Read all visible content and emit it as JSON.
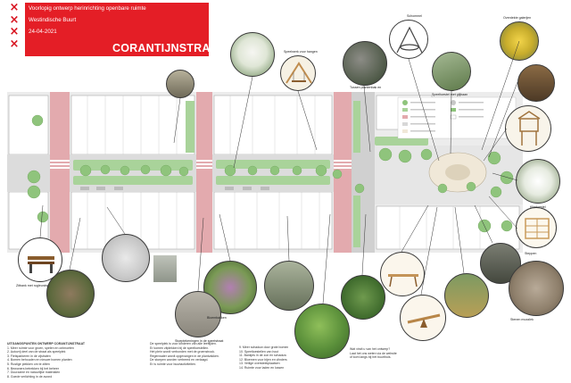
{
  "banner": {
    "line1": "Voorlopig ontwerp herinrichting openbare ruimte",
    "line2": "Westindische Buurt",
    "line3": "24-04-2021",
    "street": "CORANTIJNSTRAAT",
    "background": "#e41e26",
    "x_marks": [
      "×",
      "×",
      "×",
      "×"
    ]
  },
  "colors": {
    "brand_red": "#e41e26",
    "bike_lane": "#e3aaae",
    "sidewalk": "#d8d8d8",
    "green_strip": "#a9d39a",
    "tree": "#8fc47c",
    "building_outline": "#9a9a9a"
  },
  "captions": {
    "swing": "Schommel",
    "gallery": "Overdekte galerijen",
    "slide": "Klimtoestel",
    "play_ground": "Speeltoestel met glijbaan",
    "gym": "Steppen",
    "tree_single": "Tussen plantenbak en",
    "dino": "Speelwerk voor hangen",
    "bench_note": "Zitbank met rugleuning",
    "planter_note": "Bloembakken",
    "cobble": "Stenen mozaïek",
    "chalk": "Stoeptekeningen in de speelstraat"
  },
  "notes": {
    "heading": "UITGANGSPUNTEN ONTWERP CORANTIJNSTRAAT",
    "col1": [
      "1.  Meer ruimte voor groen, spelen en ontmoeten",
      "2.  Autovrij deel van de straat als speelplek",
      "3.  Fietsparkeren in de zijstraten",
      "4.  Bomen behouden en nieuwe bomen planten",
      "5.  Rustige plekken om te zitten",
      "6.  Bewoners betrekken bij het beheer",
      "7.  Duurzame en natuurlijke materialen",
      "8.  Goede verlichting in de avond"
    ],
    "col2": [
      "De speelplek is voor kinderen van alle leeftijden.",
      "Er komen zitplekken bij de speeltoestellen.",
      "Het plein wordt verbonden met de groenstrook.",
      "Regenwater wordt opgevangen in de plantvakken.",
      "De stoepen worden verbreed en verlaagd.",
      "Er is ruimte voor buurtactiviteiten."
    ],
    "col3": [
      "9.   Meer schaduw door grote bomen",
      "10.  Speeltoestellen van hout",
      "11.  Bankjes in de zon en schaduw",
      "12.  Bloemen voor bijen en vlinders",
      "13.  Veilige oversteekplaatsen",
      "14.  Ruimte voor laden en lossen"
    ],
    "col4": [
      "Wat vindt u van het ontwerp?",
      "Laat het ons weten via de website",
      "of kom langs bij het buurthuis."
    ]
  }
}
